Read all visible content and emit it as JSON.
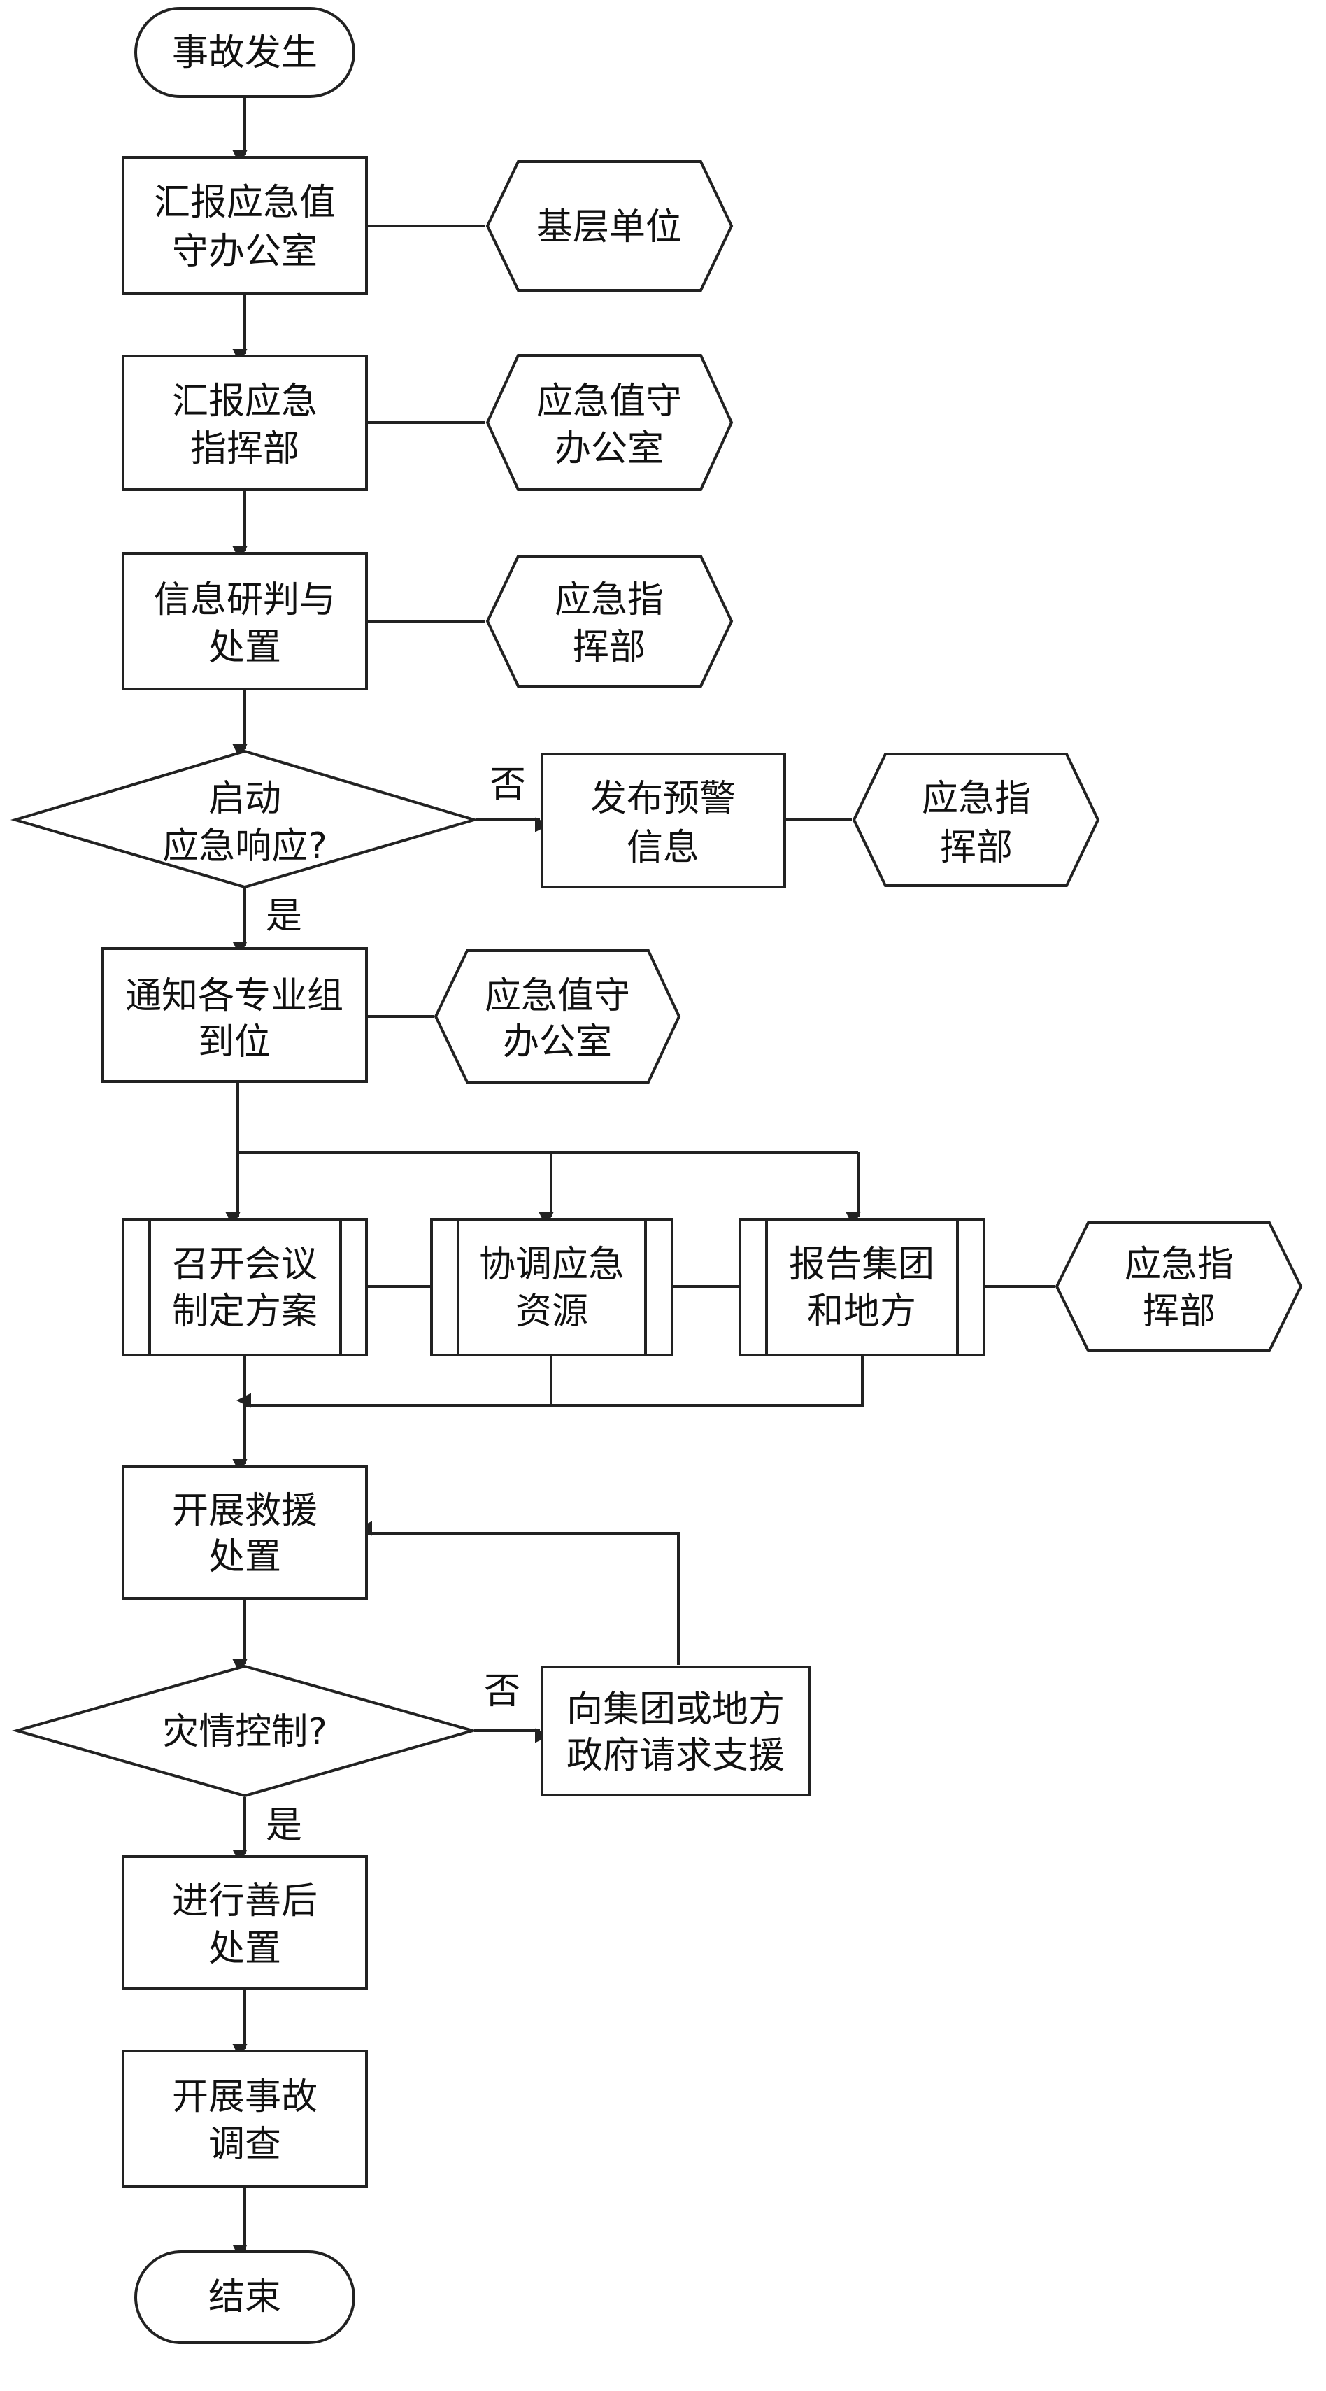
{
  "nodes": {
    "start": "事故发生",
    "report_duty": [
      "汇报应急值",
      "守办公室"
    ],
    "unit_grassroots": "基层单位",
    "report_command": [
      "汇报应急",
      "指挥部"
    ],
    "unit_duty_office_1": [
      "应急值守",
      "办公室"
    ],
    "assess": [
      "信息研判与",
      "处置"
    ],
    "unit_command_1": [
      "应急指",
      "挥部"
    ],
    "decision_response": [
      "启动",
      "应急响应?"
    ],
    "publish_warning": [
      "发布预警",
      "信息"
    ],
    "unit_command_2": [
      "应急指",
      "挥部"
    ],
    "notify_groups": [
      "通知各专业组",
      "到位"
    ],
    "unit_duty_office_2": [
      "应急值守",
      "办公室"
    ],
    "meeting_plan": [
      "召开会议",
      "制定方案"
    ],
    "coordinate_resources": [
      "协调应急",
      "资源"
    ],
    "report_group_local": [
      "报告集团",
      "和地方"
    ],
    "unit_command_3": [
      "应急指",
      "挥部"
    ],
    "rescue": [
      "开展救援",
      "处置"
    ],
    "decision_control": "灾情控制?",
    "request_support": [
      "向集团或地方",
      "政府请求支援"
    ],
    "aftermath": [
      "进行善后",
      "处置"
    ],
    "investigation": [
      "开展事故",
      "调查"
    ],
    "end": "结束"
  },
  "edge_labels": {
    "response_no": "否",
    "response_yes": "是",
    "control_no": "否",
    "control_yes": "是"
  }
}
